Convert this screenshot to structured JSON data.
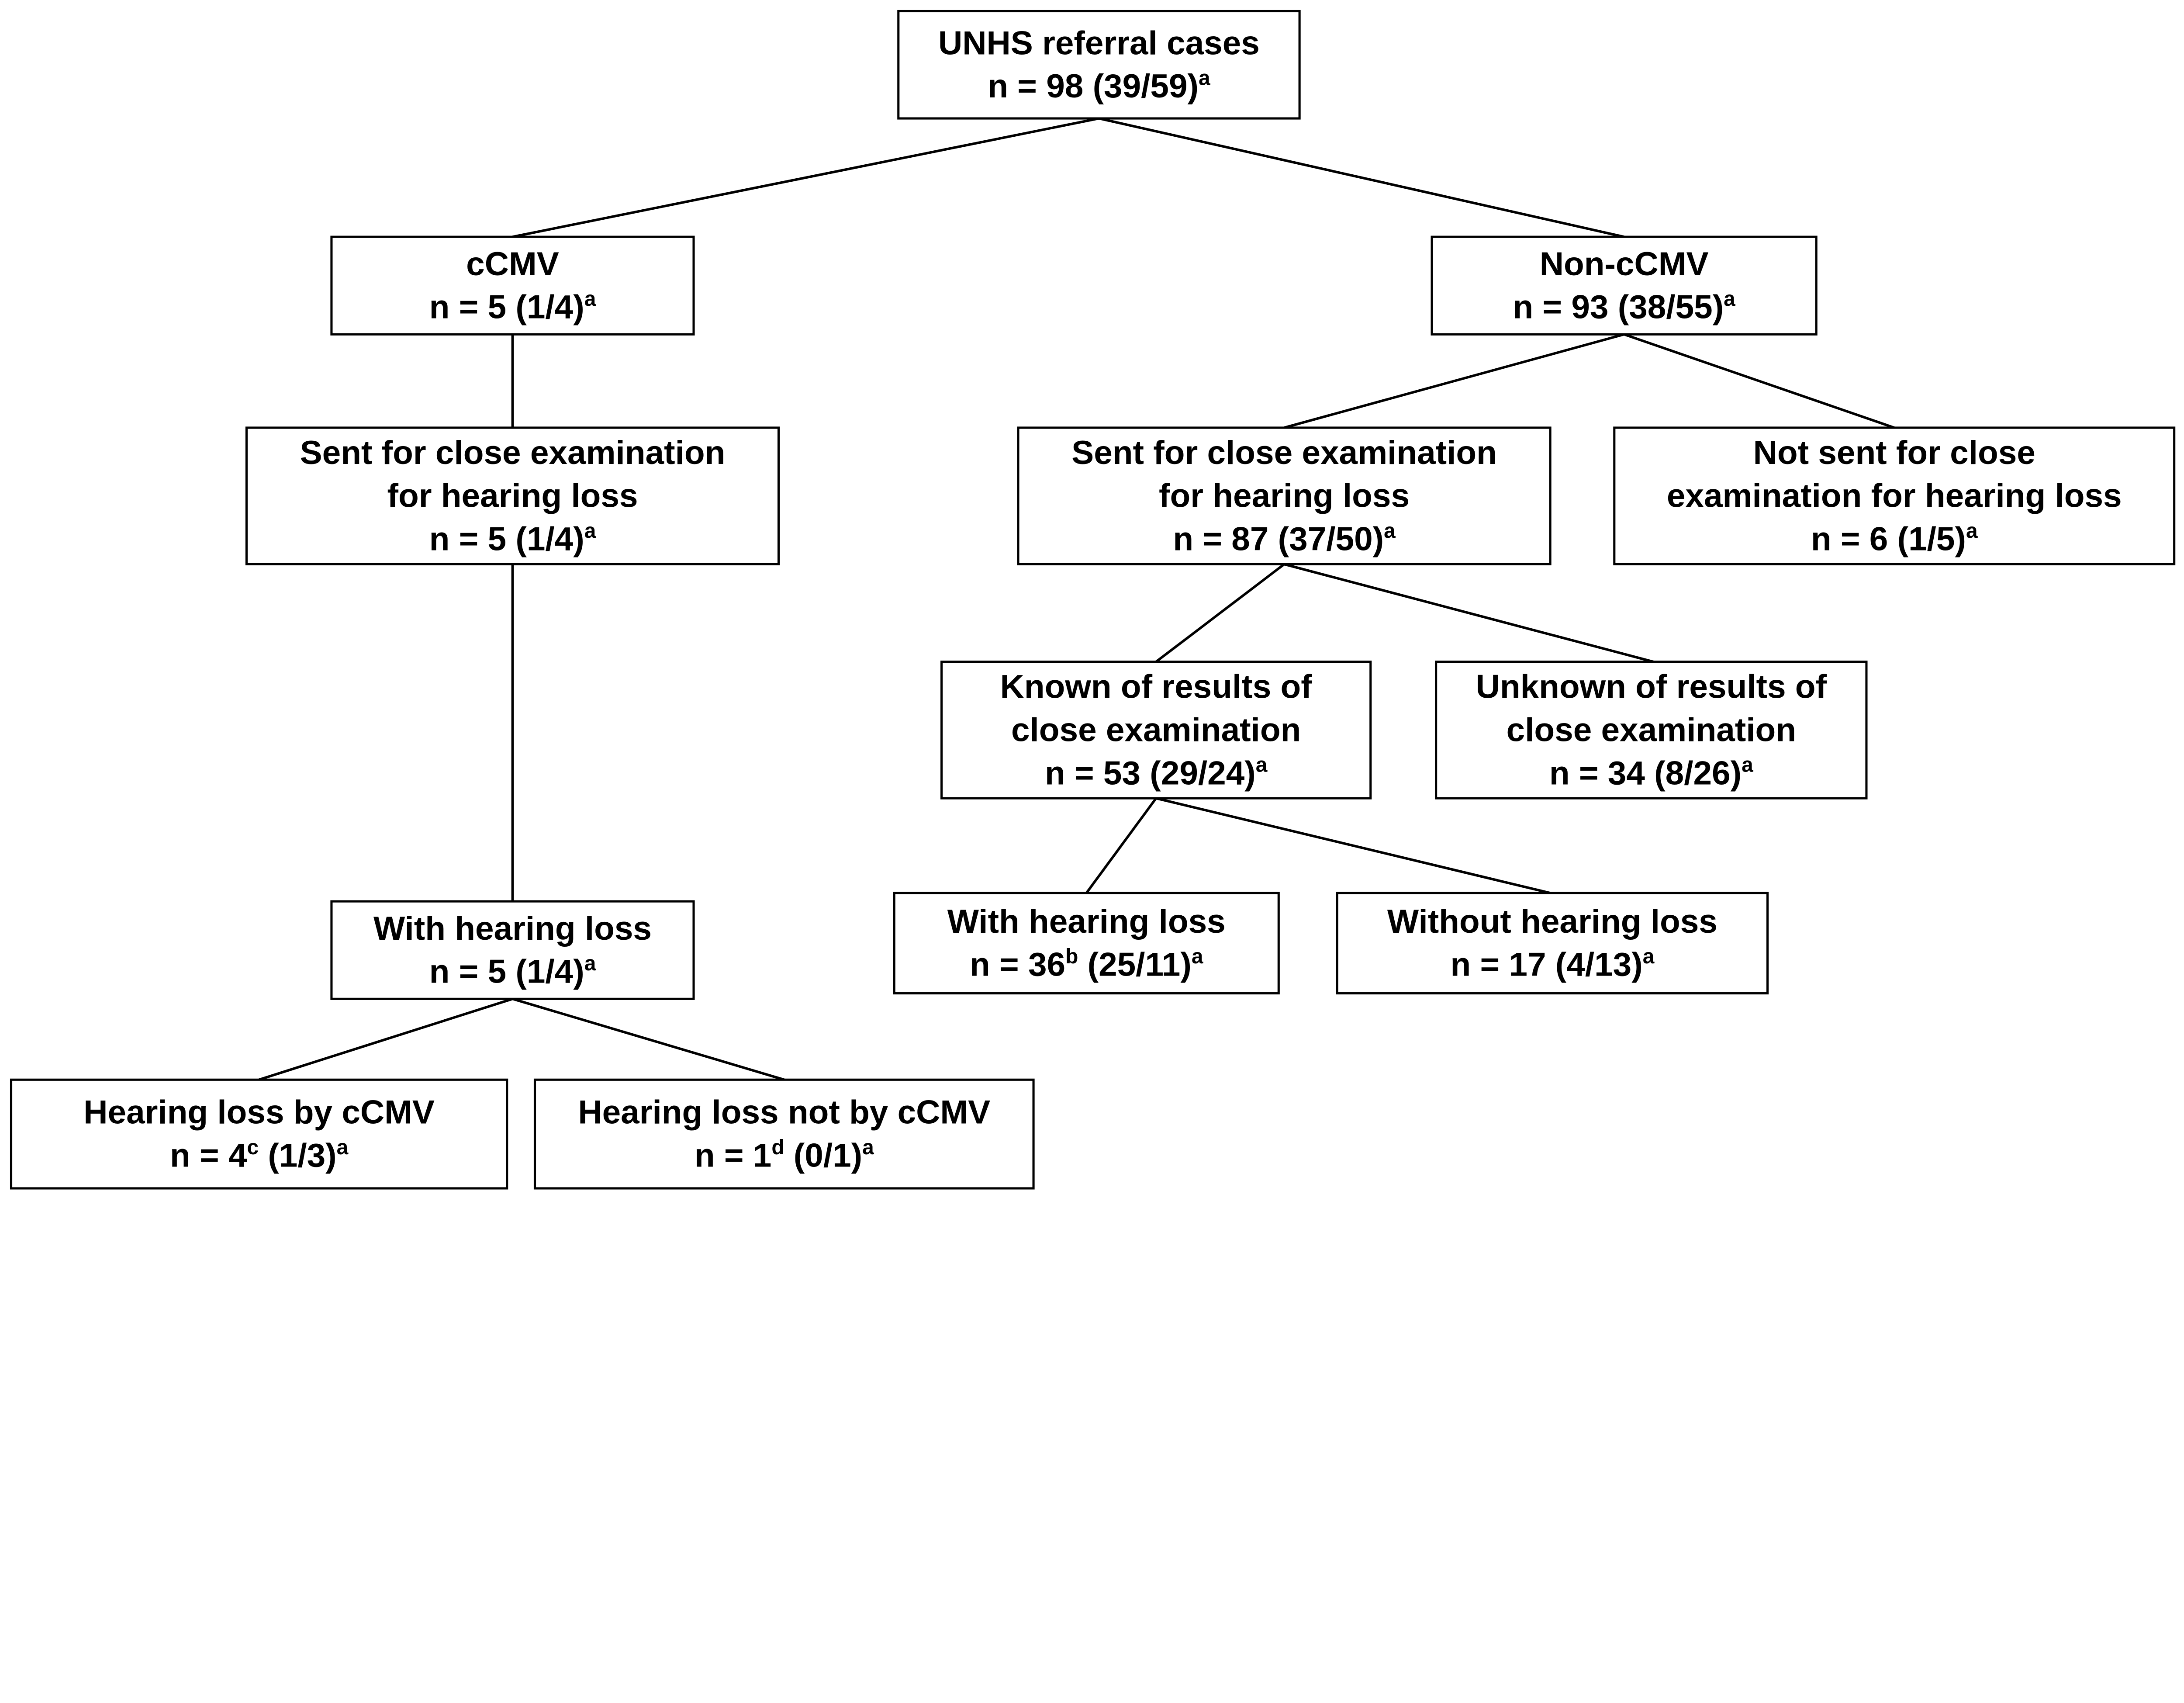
{
  "boxes": [
    {
      "id": "root",
      "lines": [
        "UNHS referral cases"
      ],
      "n": {
        "main": "n = 98",
        "sup1": "",
        "counts": " (39/59)",
        "sup2": "a"
      }
    },
    {
      "id": "ccmv",
      "lines": [
        "cCMV"
      ],
      "n": {
        "main": "n = 5",
        "sup1": "",
        "counts": " (1/4)",
        "sup2": "a"
      }
    },
    {
      "id": "non-ccmv",
      "lines": [
        "Non-cCMV"
      ],
      "n": {
        "main": "n = 93",
        "sup1": "",
        "counts": " (38/55)",
        "sup2": "a"
      }
    },
    {
      "id": "ccmv-sent",
      "lines": [
        "Sent for close examination",
        "for hearing loss"
      ],
      "n": {
        "main": "n = 5",
        "sup1": "",
        "counts": " (1/4)",
        "sup2": "a"
      }
    },
    {
      "id": "non-ccmv-sent",
      "lines": [
        "Sent for close examination",
        "for hearing loss"
      ],
      "n": {
        "main": "n = 87",
        "sup1": "",
        "counts": " (37/50)",
        "sup2": "a"
      }
    },
    {
      "id": "non-ccmv-not-sent",
      "lines": [
        "Not sent for close",
        "examination for hearing loss"
      ],
      "n": {
        "main": "n = 6",
        "sup1": "",
        "counts": " (1/5)",
        "sup2": "a"
      }
    },
    {
      "id": "known",
      "lines": [
        "Known of results of",
        "close examination"
      ],
      "n": {
        "main": "n = 53",
        "sup1": "",
        "counts": " (29/24)",
        "sup2": "a"
      }
    },
    {
      "id": "unknown",
      "lines": [
        "Unknown of results of",
        "close examination"
      ],
      "n": {
        "main": "n = 34",
        "sup1": "",
        "counts": " (8/26)",
        "sup2": "a"
      }
    },
    {
      "id": "ccmv-with-hl",
      "lines": [
        "With hearing loss"
      ],
      "n": {
        "main": "n = 5",
        "sup1": "",
        "counts": " (1/4)",
        "sup2": "a"
      }
    },
    {
      "id": "non-ccmv-with-hl",
      "lines": [
        "With hearing loss"
      ],
      "n": {
        "main": "n = 36",
        "sup1": "b",
        "counts": " (25/11)",
        "sup2": "a"
      }
    },
    {
      "id": "non-ccmv-without-hl",
      "lines": [
        "Without hearing loss"
      ],
      "n": {
        "main": "n = 17",
        "sup1": "",
        "counts": " (4/13)",
        "sup2": "a"
      }
    },
    {
      "id": "hl-by-ccmv",
      "lines": [
        "Hearing loss by cCMV"
      ],
      "n": {
        "main": "n = 4",
        "sup1": "c",
        "counts": " (1/3)",
        "sup2": "a"
      }
    },
    {
      "id": "hl-not-by-ccmv",
      "lines": [
        "Hearing loss not by cCMV"
      ],
      "n": {
        "main": "n = 1",
        "sup1": "d",
        "counts": " (0/1)",
        "sup2": "a"
      }
    }
  ],
  "edges": [
    [
      "root",
      "ccmv"
    ],
    [
      "root",
      "non-ccmv"
    ],
    [
      "ccmv",
      "ccmv-sent"
    ],
    [
      "non-ccmv",
      "non-ccmv-sent"
    ],
    [
      "non-ccmv",
      "non-ccmv-not-sent"
    ],
    [
      "ccmv-sent",
      "ccmv-with-hl"
    ],
    [
      "non-ccmv-sent",
      "known"
    ],
    [
      "non-ccmv-sent",
      "unknown"
    ],
    [
      "known",
      "non-ccmv-with-hl"
    ],
    [
      "known",
      "non-ccmv-without-hl"
    ],
    [
      "ccmv-with-hl",
      "hl-by-ccmv"
    ],
    [
      "ccmv-with-hl",
      "hl-not-by-ccmv"
    ]
  ]
}
